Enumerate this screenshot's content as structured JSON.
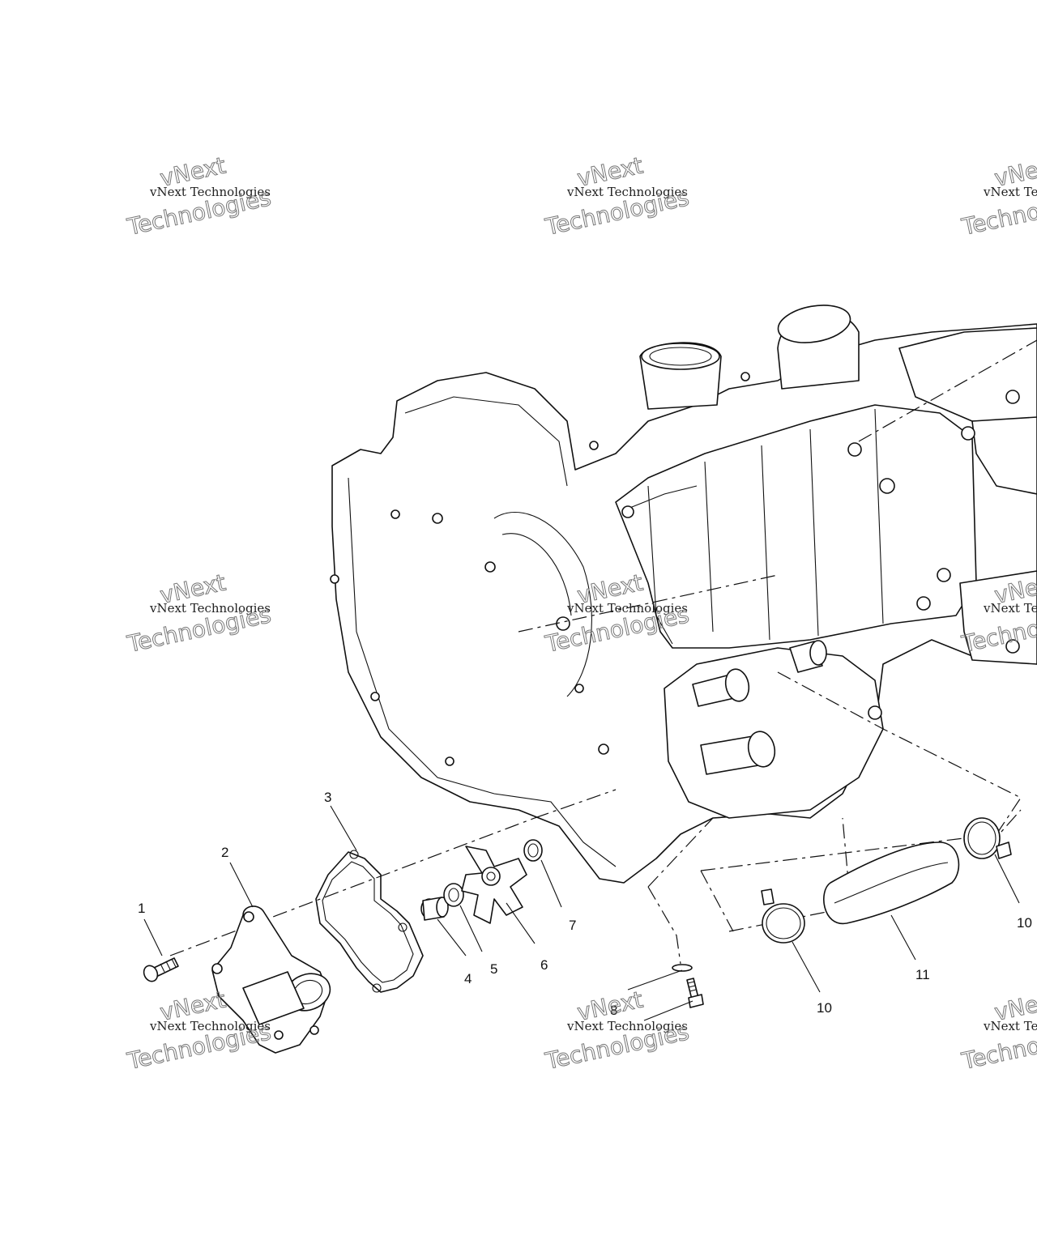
{
  "diagram": {
    "callouts": [
      {
        "id": "1",
        "label": "1"
      },
      {
        "id": "2",
        "label": "2"
      },
      {
        "id": "3",
        "label": "3"
      },
      {
        "id": "4",
        "label": "4"
      },
      {
        "id": "5",
        "label": "5"
      },
      {
        "id": "6",
        "label": "6"
      },
      {
        "id": "7",
        "label": "7"
      },
      {
        "id": "8",
        "label": "8"
      },
      {
        "id": "10a",
        "label": "10"
      },
      {
        "id": "10b",
        "label": "10"
      },
      {
        "id": "11",
        "label": "11"
      }
    ]
  },
  "watermark": {
    "line_small": "vNext Technologies",
    "word_big_top": "vNext",
    "word_big_bottom": "Technologies"
  }
}
